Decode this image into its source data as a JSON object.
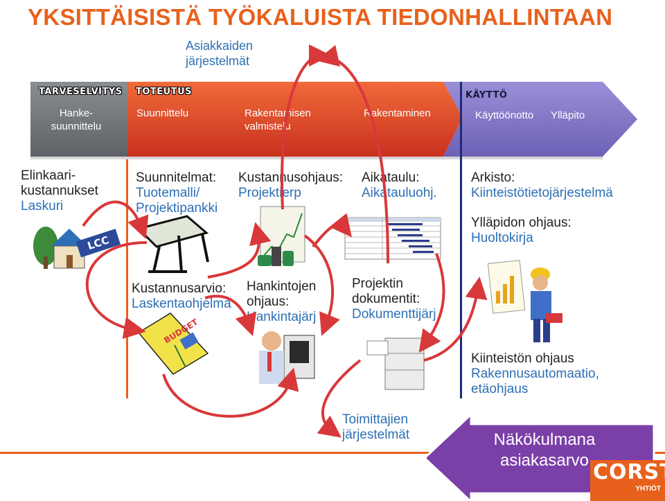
{
  "title": "YKSITTÄISISTÄ TYÖKALUISTA TIEDONHALLINTAAN",
  "top_label": {
    "line1": "Asiakkaiden",
    "line2": "järjestelmät"
  },
  "phases": {
    "tarveselvitys": {
      "head": "TARVESELVITYS",
      "sub1": "Hanke-",
      "sub2": "suunnittelu"
    },
    "toteutus": {
      "head": "TOTEUTUS",
      "item1": "Suunnittelu",
      "item2a": "Rakentamisen",
      "item2b": "valmistelu",
      "item3": "Rakentaminen"
    },
    "kaytto": {
      "head": "KÄYTTÖ",
      "item1": "Käyttöönotto",
      "item2": "Ylläpito"
    }
  },
  "tools": {
    "elinkaari": {
      "l1": "Elinkaari-",
      "l2": "kustannukset",
      "l3": "Laskuri"
    },
    "suunnitelmat": {
      "l1": "Suunnitelmat:",
      "l2": "Tuotemalli/",
      "l3": "Projektipankki"
    },
    "kustannusohjaus": {
      "l1": "Kustannusohjaus:",
      "l2": "Projektierp"
    },
    "aikataulu": {
      "l1": "Aikataulu:",
      "l2": "Aikatauluohj."
    },
    "arkisto": {
      "l1": "Arkisto:",
      "l2": "Kiinteistötietojärjestelmä"
    },
    "yllapidon": {
      "l1": "Ylläpidon ohjaus:",
      "l2": "Huoltokirja"
    },
    "kustannusarvio": {
      "l1": "Kustannusarvio:",
      "l2": "Laskentaohjelma"
    },
    "hankintojen": {
      "l1": "Hankintojen",
      "l2": "ohjaus:",
      "l3": "Hankintajärj"
    },
    "projektin": {
      "l1": "Projektin",
      "l2": "dokumentit:",
      "l3": "Dokumenttijärj"
    },
    "kiinteiston": {
      "l1": "Kiinteistön ohjaus",
      "l2": "Rakennusautomaatio,",
      "l3": "etäohjaus"
    },
    "toimittajien": {
      "l1": "Toimittajien",
      "l2": "järjestelmät"
    }
  },
  "lcc_label": "LCC",
  "budget_label": "BUDGET",
  "bottom_arrow": {
    "l1": "Näkökulmana",
    "l2": "asiakasarvo"
  },
  "logo": {
    "text": "CORSTI",
    "sub": "YHTIÖT"
  },
  "colors": {
    "orange": "#e8611c",
    "blue": "#2c6fb5",
    "arrow_red": "#d9383a",
    "purple": "#7b3fa8",
    "navy": "#1f2a7a"
  }
}
